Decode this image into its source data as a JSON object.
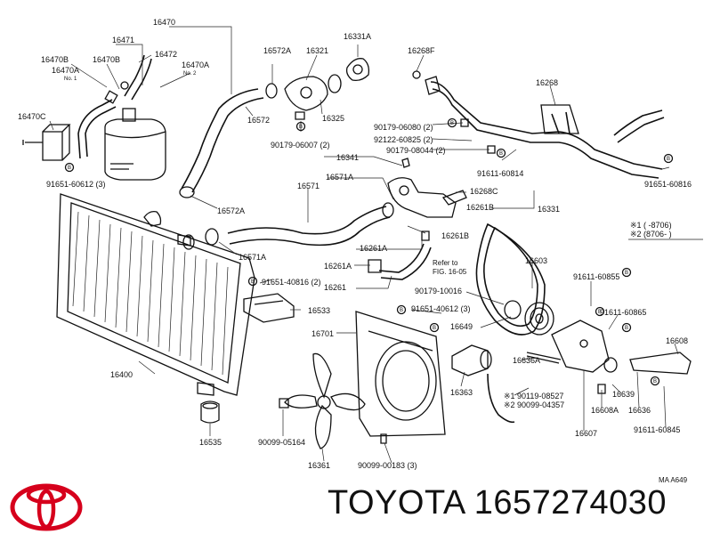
{
  "brand": {
    "name": "TOYOTA",
    "part_number": "1657274030"
  },
  "figure_ref": "MA  A649",
  "legend": {
    "row1": "※1 (       -8706)",
    "row2": "※2 (8706-       )"
  },
  "refer_note": {
    "line1": "Refer to",
    "line2": "FIG. 16-05"
  },
  "labels": [
    {
      "id": "l1",
      "text": "16470"
    },
    {
      "id": "l2",
      "text": "16471"
    },
    {
      "id": "l3",
      "text": "16472"
    },
    {
      "id": "l4",
      "text": "16470B"
    },
    {
      "id": "l5",
      "text": "16470B"
    },
    {
      "id": "l6",
      "text": "16470A"
    },
    {
      "id": "l7",
      "text": "No. 1"
    },
    {
      "id": "l8",
      "text": "16470A"
    },
    {
      "id": "l9",
      "text": "No. 2"
    },
    {
      "id": "l10",
      "text": "16470C"
    },
    {
      "id": "l11",
      "text": "91651-60612 (3)"
    },
    {
      "id": "l12",
      "text": "16572A"
    },
    {
      "id": "l13",
      "text": "16321"
    },
    {
      "id": "l14",
      "text": "16331A"
    },
    {
      "id": "l15",
      "text": "16268F"
    },
    {
      "id": "l16",
      "text": "16268"
    },
    {
      "id": "l17",
      "text": "16572"
    },
    {
      "id": "l18",
      "text": "16325"
    },
    {
      "id": "l19",
      "text": "90179-06007 (2)"
    },
    {
      "id": "l20",
      "text": "90179-06080 (2)"
    },
    {
      "id": "l21",
      "text": "92122-60825 (2)"
    },
    {
      "id": "l22",
      "text": "90179-08044 (2)"
    },
    {
      "id": "l23",
      "text": "91611-60814"
    },
    {
      "id": "l24",
      "text": "91651-60816"
    },
    {
      "id": "l25",
      "text": "16341"
    },
    {
      "id": "l26",
      "text": "16571"
    },
    {
      "id": "l27",
      "text": "16571A"
    },
    {
      "id": "l28",
      "text": "16268C"
    },
    {
      "id": "l29",
      "text": "16261B"
    },
    {
      "id": "l30",
      "text": "16331"
    },
    {
      "id": "l31",
      "text": "16572A"
    },
    {
      "id": "l32",
      "text": "16261B"
    },
    {
      "id": "l33",
      "text": "16571A"
    },
    {
      "id": "l34",
      "text": "16261A"
    },
    {
      "id": "l35",
      "text": "16261A"
    },
    {
      "id": "l36",
      "text": "16261"
    },
    {
      "id": "l37",
      "text": "91651-40816 (2)"
    },
    {
      "id": "l38",
      "text": "16603"
    },
    {
      "id": "l39",
      "text": "91611-60855"
    },
    {
      "id": "l40",
      "text": "90179-10016"
    },
    {
      "id": "l41",
      "text": "91651-40612 (3)"
    },
    {
      "id": "l42",
      "text": "16533"
    },
    {
      "id": "l43",
      "text": "91611-60865"
    },
    {
      "id": "l44",
      "text": "16649"
    },
    {
      "id": "l45",
      "text": "16701"
    },
    {
      "id": "l46",
      "text": "16608"
    },
    {
      "id": "l47",
      "text": "16400"
    },
    {
      "id": "l48",
      "text": "16636A"
    },
    {
      "id": "l49",
      "text": "16363"
    },
    {
      "id": "l50",
      "text": "16639"
    },
    {
      "id": "l51",
      "text": "※1 90119-08527"
    },
    {
      "id": "l52",
      "text": "※2 90099-04357"
    },
    {
      "id": "l53",
      "text": "16608A"
    },
    {
      "id": "l54",
      "text": "16636"
    },
    {
      "id": "l55",
      "text": "16607"
    },
    {
      "id": "l56",
      "text": "91611-60845"
    },
    {
      "id": "l57",
      "text": "16535"
    },
    {
      "id": "l58",
      "text": "90099-05164"
    },
    {
      "id": "l59",
      "text": "16361"
    },
    {
      "id": "l60",
      "text": "90099-00183 (3)"
    }
  ],
  "badges": [
    {
      "id": "b1",
      "text": "B"
    },
    {
      "id": "b2",
      "text": "B"
    },
    {
      "id": "b3",
      "text": "B"
    },
    {
      "id": "b4",
      "text": "B"
    },
    {
      "id": "b5",
      "text": "B"
    },
    {
      "id": "b6",
      "text": "B"
    },
    {
      "id": "b7",
      "text": "B"
    },
    {
      "id": "b8",
      "text": "B"
    },
    {
      "id": "b9",
      "text": "B"
    },
    {
      "id": "b10",
      "text": "B"
    },
    {
      "id": "b11",
      "text": "B"
    },
    {
      "id": "b12",
      "text": "B"
    }
  ],
  "colors": {
    "logo": "#d6001c",
    "ink": "#111111",
    "background": "#ffffff"
  }
}
